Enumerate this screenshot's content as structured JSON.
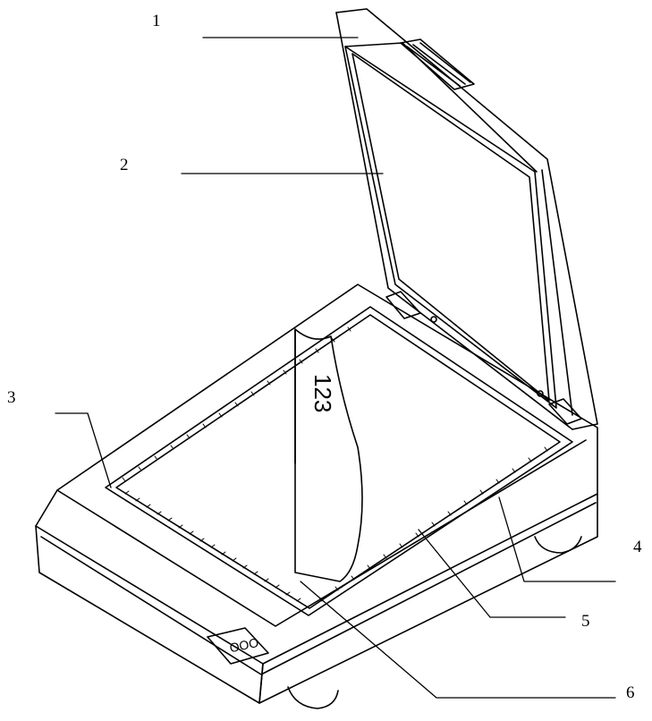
{
  "diagram": {
    "callouts": [
      {
        "id": "1",
        "label": "1"
      },
      {
        "id": "2",
        "label": "2"
      },
      {
        "id": "3",
        "label": "3"
      },
      {
        "id": "4",
        "label": "4"
      },
      {
        "id": "5",
        "label": "5"
      },
      {
        "id": "6",
        "label": "6"
      }
    ],
    "document_text": "123",
    "button_glyphs": "OOO"
  },
  "colors": {
    "line": "#000000",
    "background": "#ffffff"
  }
}
